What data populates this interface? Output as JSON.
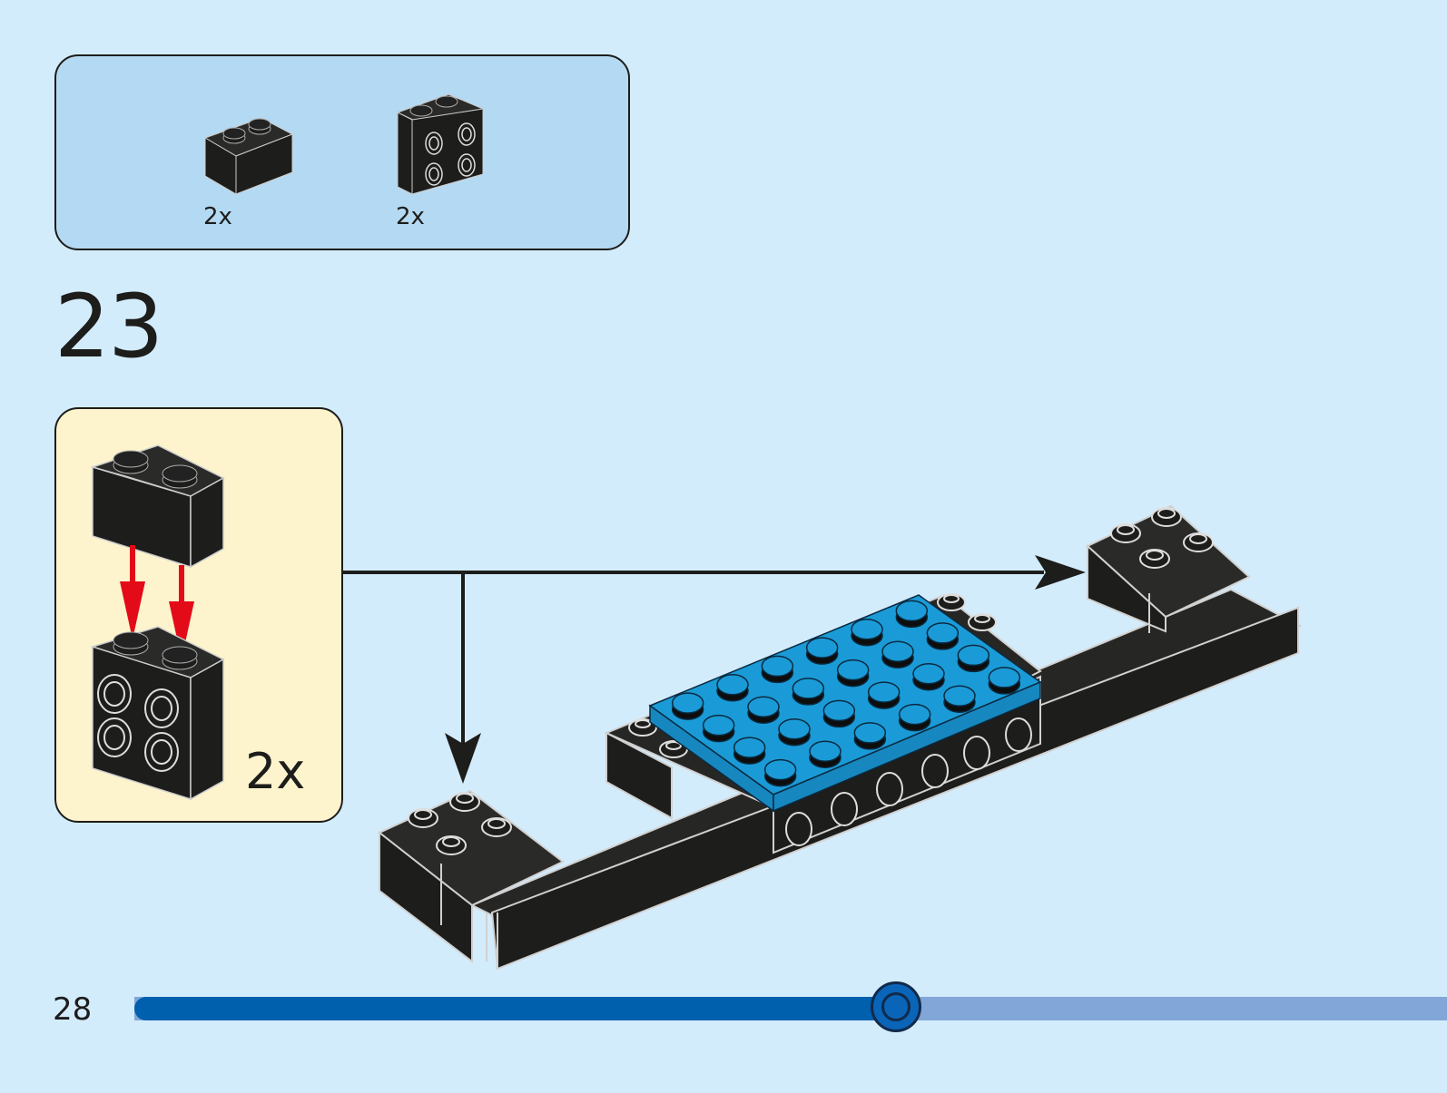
{
  "parts_list": {
    "items": [
      {
        "name": "brick-1x2",
        "color": "#1d1d1b",
        "qty": "2x"
      },
      {
        "name": "brick-1x2-studs-on-side",
        "color": "#1d1d1b",
        "qty": "2x"
      }
    ]
  },
  "step": {
    "number": "23"
  },
  "sub_assembly": {
    "qty": "2x",
    "arrow_color": "#e30b17"
  },
  "assembly": {
    "plate_color": "#1a9bd7",
    "brick_color": "#1d1d1b"
  },
  "footer": {
    "page_number": "28",
    "progress_percent": 58
  }
}
